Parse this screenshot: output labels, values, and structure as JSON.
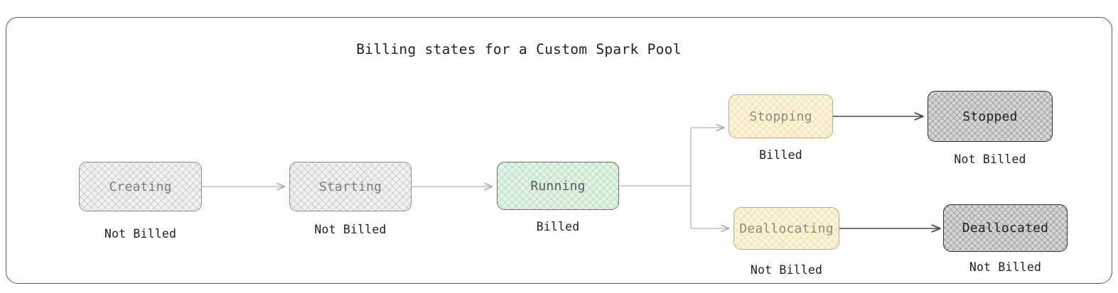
{
  "diagram": {
    "title": "Billing states for a Custom Spark Pool",
    "type": "state-diagram",
    "frame": {
      "border_color": "#555c5c",
      "background": "#fdfdfd"
    },
    "palette": {
      "grey_fill": "#f1f1f1",
      "grey_border": "#8e8e8e",
      "green_fill": "#e2f3e5",
      "yellow_fill": "#fbf4d8",
      "yellow_border": "#b9ae8c",
      "dark_fill": "#d6d6d6",
      "dark_border": "#2d2d2d",
      "edge_light": "#b4b4b4",
      "edge_dark": "#4a4a4a",
      "text_dark": "#1f2020"
    },
    "nodes": [
      {
        "id": "creating",
        "label": "Creating",
        "caption": "Not Billed",
        "style": "grey"
      },
      {
        "id": "starting",
        "label": "Starting",
        "caption": "Not Billed",
        "style": "grey"
      },
      {
        "id": "running",
        "label": "Running",
        "caption": "Billed",
        "style": "green"
      },
      {
        "id": "stopping",
        "label": "Stopping",
        "caption": "Billed",
        "style": "yellow"
      },
      {
        "id": "stopped",
        "label": "Stopped",
        "caption": "Not Billed",
        "style": "dark"
      },
      {
        "id": "deallocating",
        "label": "Deallocating",
        "caption": "Not Billed",
        "style": "yellow"
      },
      {
        "id": "deallocated",
        "label": "Deallocated",
        "caption": "Not Billed",
        "style": "dark"
      }
    ],
    "edges": [
      {
        "from": "creating",
        "to": "starting",
        "label": ""
      },
      {
        "from": "starting",
        "to": "running",
        "label": ""
      },
      {
        "from": "running",
        "to": "stopping",
        "label": ""
      },
      {
        "from": "running",
        "to": "deallocating",
        "label": ""
      },
      {
        "from": "stopping",
        "to": "stopped",
        "label": ""
      },
      {
        "from": "deallocating",
        "to": "deallocated",
        "label": ""
      }
    ]
  }
}
